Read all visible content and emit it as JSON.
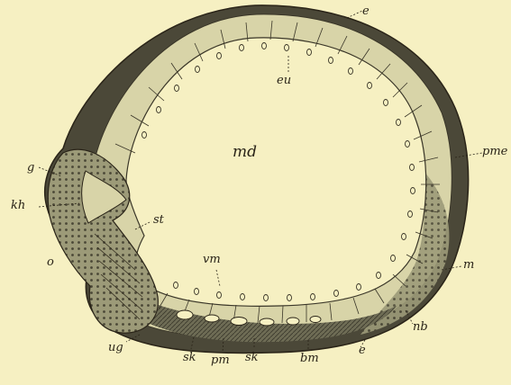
{
  "figure": {
    "background_color": "#f6f0c2",
    "ink_color": "#2a2418",
    "labels": {
      "e_top": "e",
      "eu": "eu",
      "md": "md",
      "pme": "pme",
      "g": "g",
      "kh": "kh",
      "st": "st",
      "o": "o",
      "vm": "vm",
      "m": "m",
      "nb": "nb",
      "ug": "ug",
      "sk_left": "sk",
      "pm": "pm",
      "sk_right": "sk",
      "bm": "bm",
      "e_bottom": "e"
    }
  }
}
